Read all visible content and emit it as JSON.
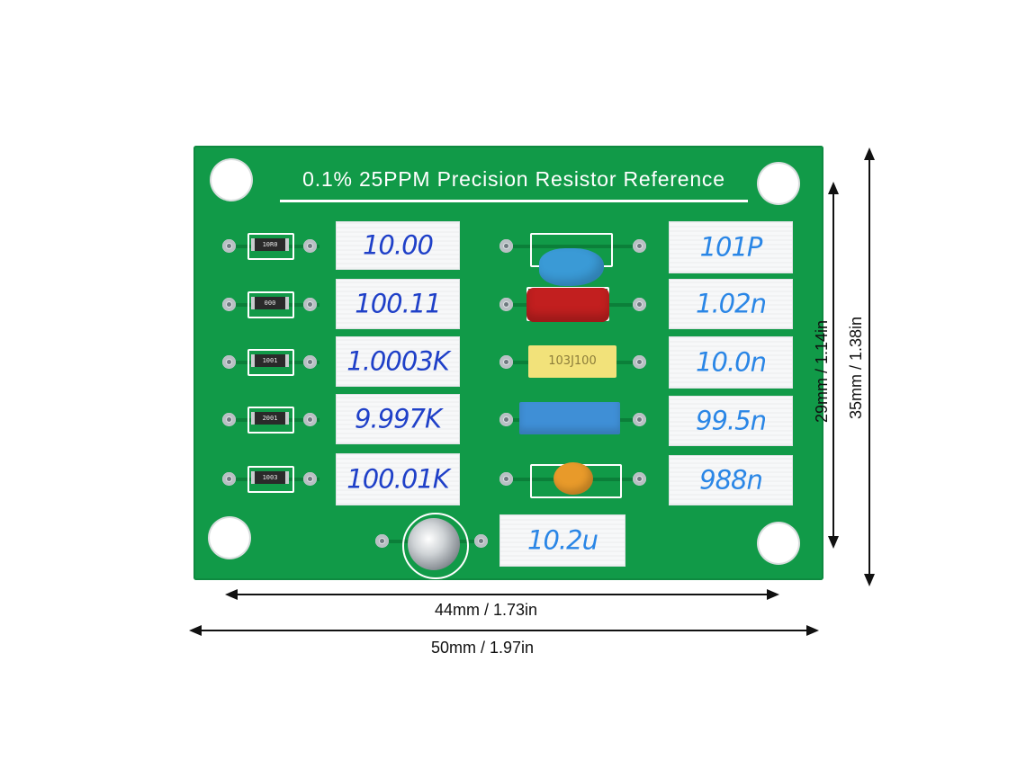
{
  "board": {
    "title": "0.1% 25PPM Precision Resistor Reference",
    "board_color": "#119a48",
    "ink_color": "#1f40c8",
    "cap_ink_color": "#2a86e6"
  },
  "resistors": [
    {
      "smd_code": "10R0",
      "label": "10.00"
    },
    {
      "smd_code": "000",
      "label": "100.11"
    },
    {
      "smd_code": "1001",
      "label": "1.0003K"
    },
    {
      "smd_code": "2001",
      "label": "9.997K"
    },
    {
      "smd_code": "1003",
      "label": "100.01K"
    }
  ],
  "capacitors": [
    {
      "type": "ceramic-disc-blue",
      "label": "101P"
    },
    {
      "type": "film-red",
      "label": "1.02n"
    },
    {
      "type": "film-yellow",
      "marking": "103J100",
      "label": "10.0n"
    },
    {
      "type": "film-blue",
      "label": "99.5n"
    },
    {
      "type": "ceramic-orange",
      "label": "988n"
    }
  ],
  "electrolytic": {
    "label": "10.2u"
  },
  "dimensions": {
    "width_inner": "44mm / 1.73in",
    "width_outer": "50mm / 1.97in",
    "height_inner": "29mm / 1.14in",
    "height_outer": "35mm / 1.38in"
  }
}
